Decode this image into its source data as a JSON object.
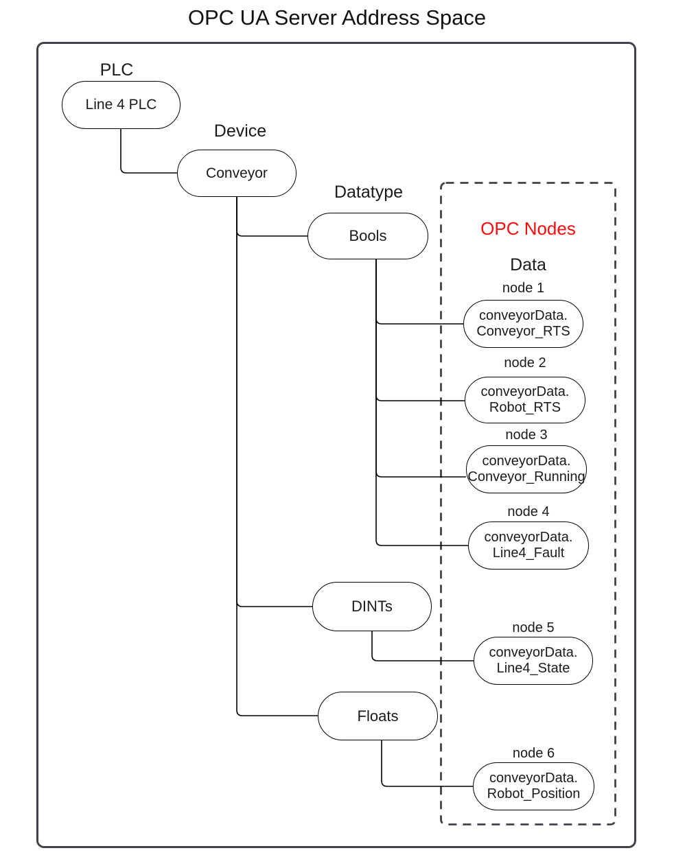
{
  "title": "OPC UA Server Address Space",
  "colors": {
    "frame_border": "#3f4349",
    "connector_line": "#000000",
    "opc_nodes_accent": "#fb0b0b",
    "background": "#ffffff"
  },
  "tree": {
    "plc": {
      "label": "PLC",
      "node": "Line 4 PLC"
    },
    "device": {
      "label": "Device",
      "node": "Conveyor"
    },
    "datatype": {
      "label": "Datatype",
      "types": [
        "Bools",
        "DINTs",
        "Floats"
      ]
    }
  },
  "opc_nodes": {
    "title": "OPC Nodes",
    "subtitle": "Data",
    "nodes": [
      {
        "label": "node 1",
        "value_line1": "conveyorData.",
        "value_line2": "Conveyor_RTS"
      },
      {
        "label": "node 2",
        "value_line1": "conveyorData.",
        "value_line2": "Robot_RTS"
      },
      {
        "label": "node 3",
        "value_line1": "conveyorData.",
        "value_line2": "Conveyor_Running"
      },
      {
        "label": "node 4",
        "value_line1": "conveyorData.",
        "value_line2": "Line4_Fault"
      },
      {
        "label": "node 5",
        "value_line1": "conveyorData.",
        "value_line2": "Line4_State"
      },
      {
        "label": "node 6",
        "value_line1": "conveyorData.",
        "value_line2": "Robot_Position"
      }
    ]
  }
}
